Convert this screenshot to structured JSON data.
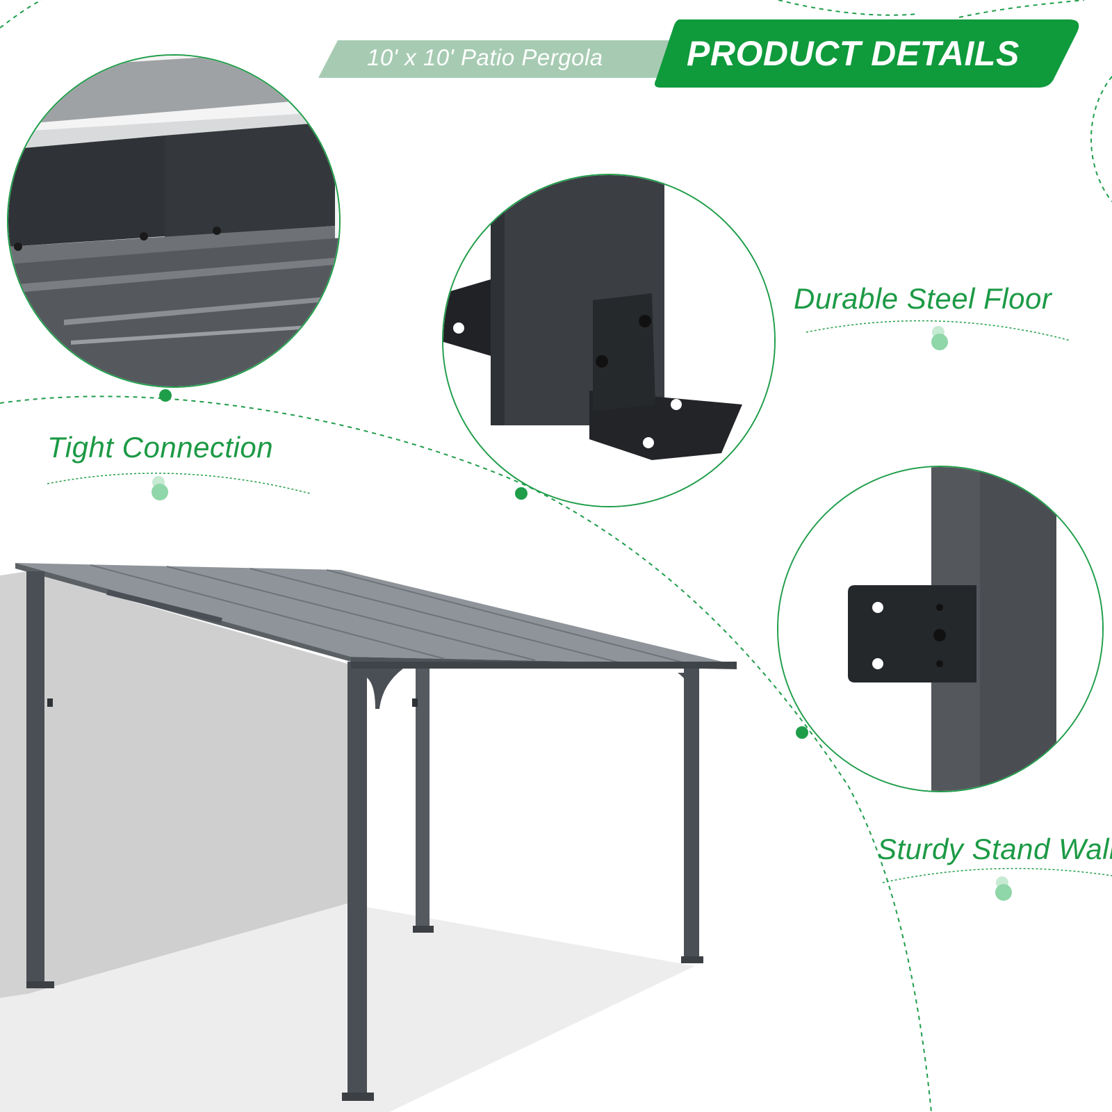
{
  "header": {
    "subtitle": "10' x 10' Patio Pergola",
    "title": "PRODUCT DETAILS"
  },
  "features": [
    {
      "label": "Tight Connection"
    },
    {
      "label": "Durable Steel Floor"
    },
    {
      "label": "Sturdy Stand Wall"
    }
  ],
  "colors": {
    "brand_green": "#1f9d49",
    "banner_light_green": "#a6cbb2",
    "dot_light_green": "#8fd6a8",
    "steel_gray": "#4a4f55"
  }
}
